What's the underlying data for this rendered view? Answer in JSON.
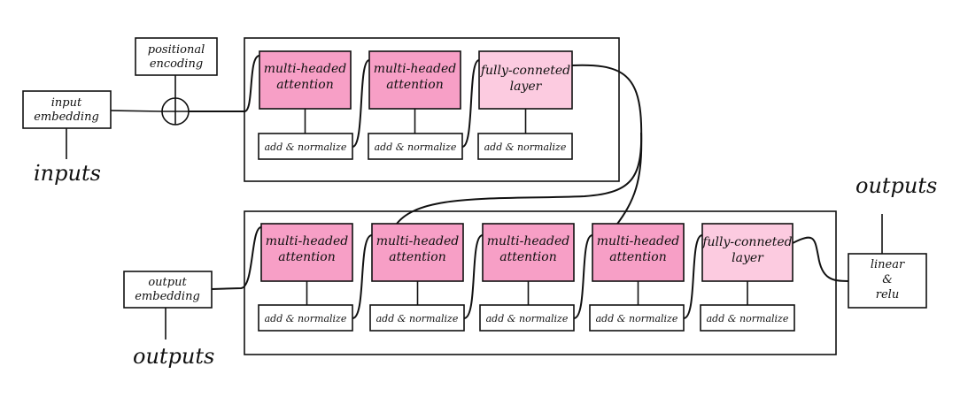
{
  "encoder": {
    "input_embedding": [
      "input",
      "embedding"
    ],
    "positional_encoding": [
      "positional",
      "encoding"
    ],
    "inputs": "inputs",
    "blocks": [
      {
        "kind": "attention",
        "lines": [
          "multi-headed",
          "attention"
        ],
        "norm": "add & normalize"
      },
      {
        "kind": "attention",
        "lines": [
          "multi-headed",
          "attention"
        ],
        "norm": "add & normalize"
      },
      {
        "kind": "fc",
        "lines": [
          "fully-conneted",
          "layer"
        ],
        "norm": "add & normalize"
      }
    ]
  },
  "decoder": {
    "output_embedding": [
      "output",
      "embedding"
    ],
    "outputs_bottom": "outputs",
    "blocks": [
      {
        "kind": "attention",
        "lines": [
          "multi-headed",
          "attention"
        ],
        "norm": "add & normalize"
      },
      {
        "kind": "attention",
        "lines": [
          "multi-headed",
          "attention"
        ],
        "norm": "add & normalize"
      },
      {
        "kind": "attention",
        "lines": [
          "multi-headed",
          "attention"
        ],
        "norm": "add & normalize"
      },
      {
        "kind": "attention",
        "lines": [
          "multi-headed",
          "attention"
        ],
        "norm": "add & normalize"
      },
      {
        "kind": "fc",
        "lines": [
          "fully-conneted",
          "layer"
        ],
        "norm": "add & normalize"
      }
    ]
  },
  "head": {
    "lines": [
      "linear",
      "&",
      "relu"
    ],
    "outputs_top": "outputs"
  },
  "colors": {
    "attention_fill": "#f79fc6",
    "fc_fill": "#fccbe0",
    "stroke": "#111111"
  }
}
